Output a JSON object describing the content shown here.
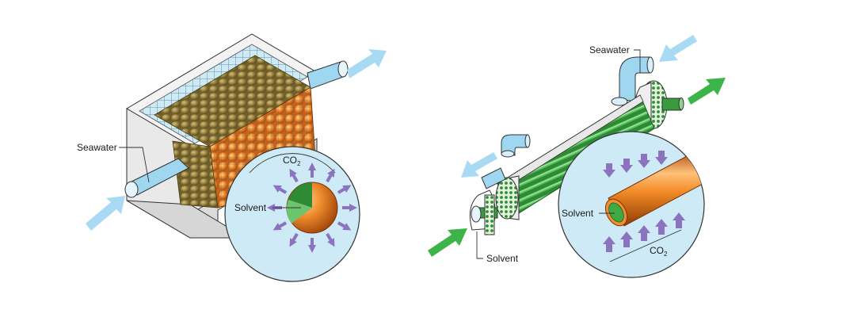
{
  "left_panel": {
    "seawater_label": "Seawater",
    "co2_label": "CO",
    "co2_subscript": "2",
    "solvent_label": "Solvent"
  },
  "right_panel": {
    "seawater_label": "Seawater",
    "solvent_label": "Solvent",
    "inset_solvent_label": "Solvent",
    "co2_label": "CO",
    "co2_subscript": "2"
  },
  "colors": {
    "water_arrow": "#a9daf3",
    "solvent_arrow": "#3db449",
    "co2_arrow": "#8b73c0",
    "capsule_orange": "#f0892a",
    "capsule_olive": "#8d7a3c",
    "tube_green": "#3a9a3e",
    "inset_fill": "#cfeaf7",
    "tank_wall": "#ededed"
  }
}
